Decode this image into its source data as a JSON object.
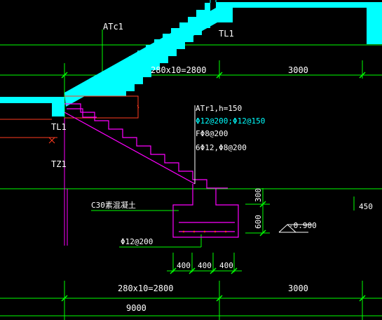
{
  "colors": {
    "background": "#000000",
    "structure_cyan": "#00FFFF",
    "dimension_green": "#00FF00",
    "rebar_magenta": "#FF00FF",
    "beam_red": "#FF3B1F",
    "note_white": "#FFFFFF",
    "note_yellow": "#FFFF00"
  },
  "labels": {
    "atc1": "ATc1",
    "tl1_top": "TL1",
    "tl1_left": "TL1",
    "tz1": "TZ1",
    "concrete_note": "C30素混凝土",
    "foundation_rebar": "Φ12@200",
    "level_mark": "-0.900"
  },
  "stair_note": {
    "title": "ATr1,h=150",
    "main_rebar": "Φ12@200;Φ12@150",
    "distribution": "FΦ8@200",
    "other": "6Φ12,Φ8@200"
  },
  "dimensions": {
    "upper_run": "280x10=2800",
    "upper_right": "3000",
    "lower_run": "280x10=2800",
    "lower_right": "3000",
    "total": "9000",
    "footing_left": "400",
    "footing_mid": "400",
    "footing_right": "400",
    "height_top": "300",
    "height_footing": "600",
    "edge_right": "450"
  }
}
